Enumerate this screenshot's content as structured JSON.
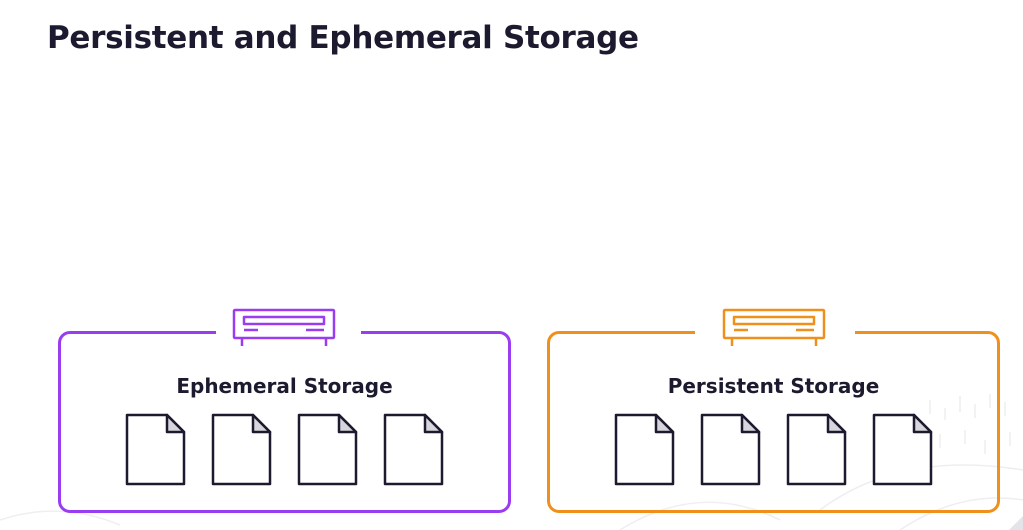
{
  "page": {
    "title": "Persistent and Ephemeral Storage"
  },
  "panels": [
    {
      "key": "ephemeral",
      "label": "Ephemeral Storage",
      "color": "#9a3cf0",
      "file_count": 4,
      "icon": "storage-drive-icon"
    },
    {
      "key": "persistent",
      "label": "Persistent Storage",
      "color": "#f0901c",
      "file_count": 4,
      "icon": "storage-drive-icon"
    }
  ],
  "file_icon": "document-icon",
  "colors": {
    "text": "#1b1a2e",
    "file_fold": "#d7d6dc",
    "background": "#ffffff"
  }
}
